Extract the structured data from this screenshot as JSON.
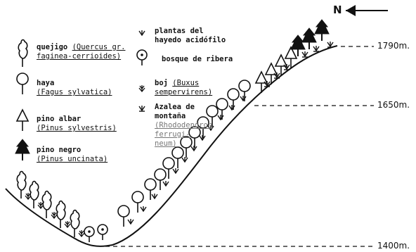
{
  "north_label": "N",
  "legend": {
    "quejigo": {
      "name": "quejigo",
      "latin_1": "(Quercus gr.",
      "latin_2": "faginea-cerrioides)"
    },
    "haya": {
      "name": "haya",
      "latin": "(Fagus sylvatica)"
    },
    "pino_albar": {
      "name": "pino albar",
      "latin": "(Pinus sylvestris)"
    },
    "pino_negro": {
      "name": "pino negro",
      "latin": "(Pinus uncinata)"
    },
    "hayedo": {
      "line1": "plantas del",
      "line2": "hayedo acidófilo"
    },
    "ribera": {
      "label": "bosque de ribera"
    },
    "boj": {
      "name": "boj",
      "latin_1": "(Buxus",
      "latin_2": "sempervirens)"
    },
    "azalea": {
      "line1": "Azalea de",
      "line2": "montaña",
      "latin_1": "(Rhododendron",
      "latin_2": "ferrugi-",
      "latin_3": "neum)"
    }
  },
  "altitudes": {
    "top": "1790m.",
    "mid": "1650m.",
    "bottom": "1400m."
  }
}
